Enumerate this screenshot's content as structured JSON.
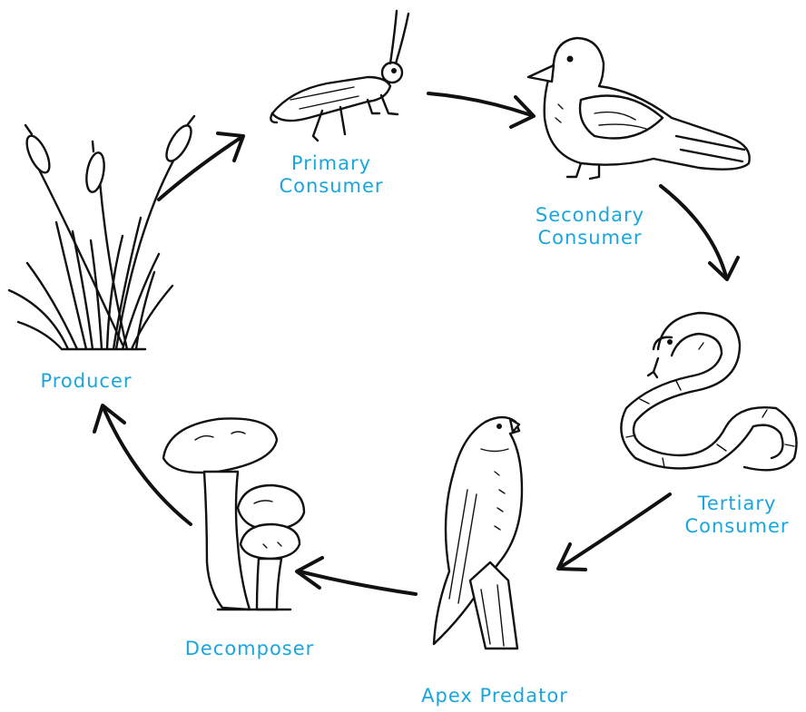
{
  "diagram": {
    "labels": {
      "producer": "Producer",
      "primary_line1": "Primary",
      "primary_line2": "Consumer",
      "secondary_line1": "Secondary",
      "secondary_line2": "Consumer",
      "tertiary_line1": "Tertiary",
      "tertiary_line2": "Consumer",
      "apex": "Apex Predator",
      "decomposer": "Decomposer"
    },
    "colors": {
      "label": "#1aa6dd",
      "ink": "#111111",
      "background": "#ffffff"
    },
    "icons": [
      "grass-cattail-icon",
      "grasshopper-icon",
      "dove-icon",
      "snake-icon",
      "hawk-icon",
      "mushroom-icon"
    ]
  }
}
